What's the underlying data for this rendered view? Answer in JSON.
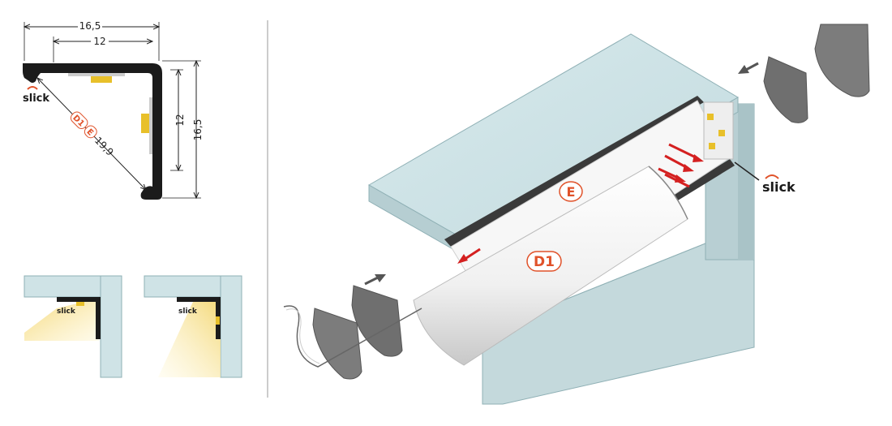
{
  "brand": "slick",
  "profile_dimensions": {
    "width_total": "16,5",
    "width_inner": "12",
    "height_inner": "12",
    "height_total": "16,5",
    "diagonal": "19,9"
  },
  "diffuser_labels": {
    "d1": "D1",
    "e": "E"
  },
  "colors": {
    "profile": "#1b1b1b",
    "diffuser_tag": "#e0522a",
    "arrow_red": "#d42020",
    "glass": "#cfe3e6",
    "end_cap": "#7c7c7c",
    "led_strip": "#e8c02a",
    "light_beam": "#f6e39a"
  },
  "icons": [
    "arrow-left-icon",
    "arrow-right-icon",
    "red-arrow-icon",
    "slick-logo-icon"
  ]
}
